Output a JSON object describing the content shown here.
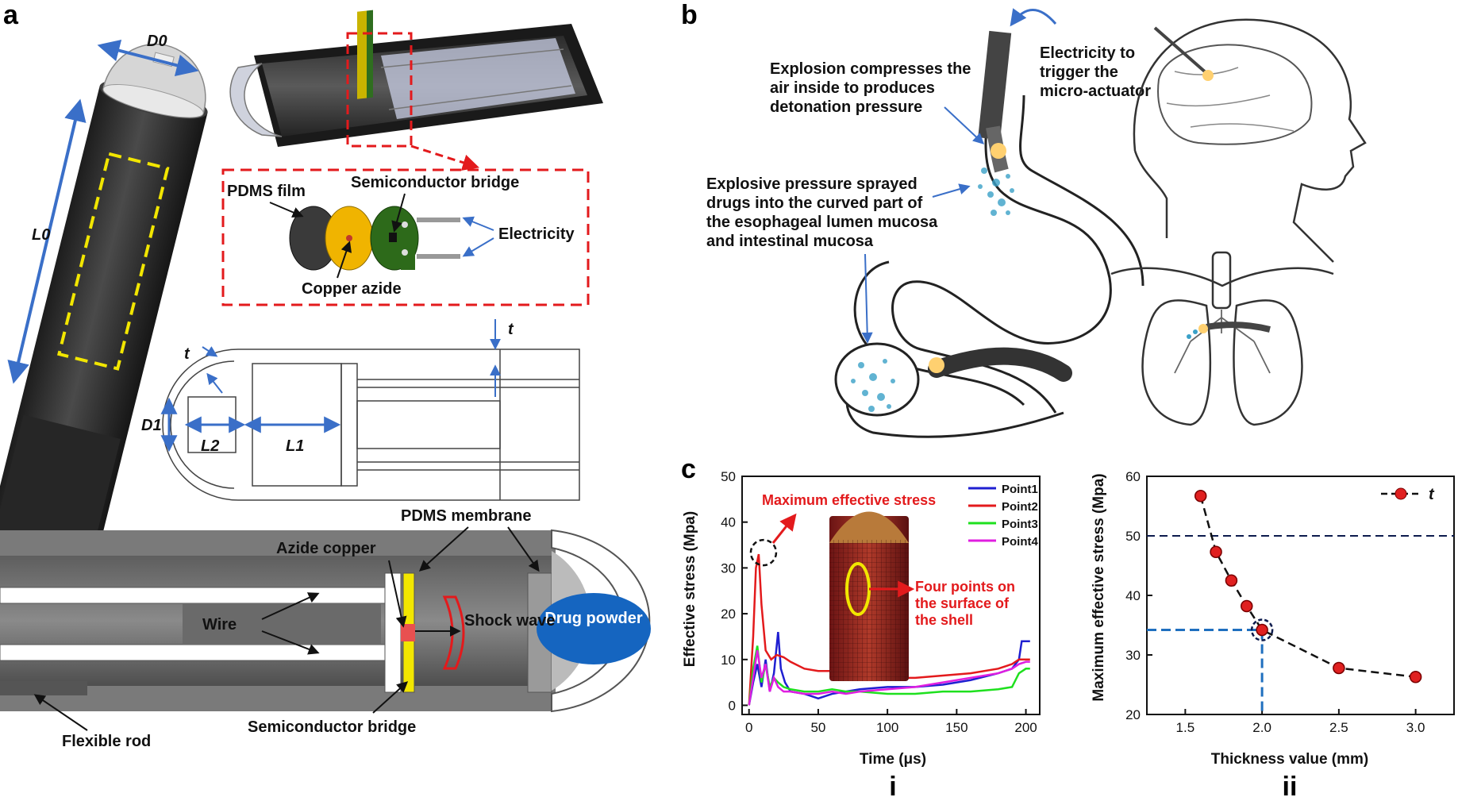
{
  "panels": {
    "a": "a",
    "b": "b",
    "c": "c",
    "ci": "i",
    "cii": "ii"
  },
  "panel_a": {
    "dim_D0": "D0",
    "dim_L0": "L0",
    "dim_t": "t",
    "dim_D1": "D1",
    "dim_L1": "L1",
    "dim_L2": "L2",
    "inset": {
      "pdms_film": "PDMS film",
      "semiconductor_bridge": "Semiconductor bridge",
      "electricity": "Electricity",
      "copper_azide": "Copper azide"
    },
    "section": {
      "pdms_membrane": "PDMS membrane",
      "azide_copper": "Azide copper",
      "wire": "Wire",
      "shock_wave": "Shock wave",
      "drug_powder": "Drug powder",
      "flexible_rod": "Flexible rod",
      "semiconductor_bridge": "Semiconductor bridge"
    }
  },
  "panel_b": {
    "explosion_text": [
      "Explosion compresses the",
      "air inside to produces",
      "detonation pressure"
    ],
    "electricity_text": [
      "Electricity to",
      "trigger the",
      "micro-actuator"
    ],
    "spray_text": [
      "Explosive pressure sprayed",
      "drugs into the curved part of",
      "the esophageal lumen mucosa",
      "and intestinal mucosa"
    ]
  },
  "panel_c": {
    "annotations": {
      "max_stress": "Maximum effective stress",
      "four_points": [
        "Four points on",
        "the surface of",
        "the shell"
      ]
    }
  },
  "colors": {
    "point1": "#1f1fd1",
    "point2": "#e31a1c",
    "point3": "#1ee01e",
    "point4": "#e01ee0",
    "annotation_red": "#e31a1c",
    "dash_blue": "#1f6fbf",
    "dash_navy": "#0d1b4d",
    "yellow_dash": "#f2e600",
    "drug_blue": "#1565c0"
  },
  "chart_data": [
    {
      "type": "line",
      "xlabel": "Time (μs)",
      "ylabel": "Effective stress (Mpa)",
      "xlim": [
        -5,
        210
      ],
      "ylim": [
        -2,
        50
      ],
      "xticks": [
        0,
        50,
        100,
        150,
        200
      ],
      "yticks": [
        0,
        10,
        20,
        30,
        40,
        50
      ],
      "legend_position": "top-right",
      "series": [
        {
          "name": "Point1",
          "color": "#1f1fd1",
          "x": [
            0,
            3,
            6,
            9,
            12,
            15,
            18,
            21,
            23,
            26,
            30,
            40,
            50,
            60,
            70,
            80,
            100,
            120,
            140,
            160,
            180,
            190,
            195,
            197,
            200,
            203
          ],
          "y": [
            0,
            5,
            9,
            4,
            10,
            3,
            7,
            16,
            8,
            5,
            3,
            2.5,
            1.5,
            2.5,
            3,
            3.5,
            4,
            4,
            4.5,
            5.5,
            7,
            8,
            10,
            14,
            14,
            14
          ]
        },
        {
          "name": "Point2",
          "color": "#e31a1c",
          "x": [
            0,
            3,
            5,
            7,
            9,
            12,
            16,
            20,
            25,
            30,
            40,
            50,
            60,
            70,
            80,
            100,
            120,
            140,
            160,
            180,
            190,
            195,
            200,
            203
          ],
          "y": [
            0,
            15,
            30,
            33,
            22,
            12,
            10,
            11,
            10.5,
            9.5,
            8,
            7.5,
            7.5,
            7,
            7,
            6,
            6,
            6.5,
            7,
            8,
            9,
            10,
            10,
            10
          ]
        },
        {
          "name": "Point3",
          "color": "#1ee01e",
          "x": [
            0,
            3,
            6,
            9,
            12,
            15,
            18,
            21,
            25,
            30,
            40,
            50,
            60,
            70,
            80,
            100,
            120,
            140,
            160,
            180,
            190,
            195,
            200,
            203
          ],
          "y": [
            0,
            8,
            13,
            5,
            9,
            4,
            6,
            5,
            4,
            3.5,
            3,
            3,
            3.5,
            3,
            3,
            2.5,
            2.5,
            3,
            3,
            3.5,
            4,
            7,
            8,
            8
          ]
        },
        {
          "name": "Point4",
          "color": "#e01ee0",
          "x": [
            0,
            3,
            6,
            9,
            12,
            15,
            18,
            21,
            25,
            30,
            40,
            50,
            60,
            70,
            80,
            100,
            120,
            140,
            160,
            180,
            190,
            195,
            200,
            203
          ],
          "y": [
            0,
            6,
            12,
            6,
            9,
            3,
            6,
            4,
            3,
            3,
            2.5,
            2.5,
            3,
            2.5,
            3,
            3.5,
            4,
            5,
            6,
            7,
            8,
            9,
            9.5,
            9.5
          ]
        }
      ]
    },
    {
      "type": "scatter",
      "xlabel": "Thickness value (mm)",
      "ylabel": "Maximum effective stress (Mpa)",
      "xlim": [
        1.25,
        3.25
      ],
      "ylim": [
        20,
        60
      ],
      "xticks": [
        1.5,
        2.0,
        2.5,
        3.0
      ],
      "yticks": [
        20,
        30,
        40,
        50,
        60
      ],
      "legend_position": "top-right",
      "reference_line_y": 50,
      "highlight": {
        "x": 2.0,
        "y": 34.2
      },
      "series": [
        {
          "name": "t",
          "x": [
            1.6,
            1.7,
            1.8,
            1.9,
            2.0,
            2.5,
            3.0
          ],
          "y": [
            56.7,
            47.3,
            42.5,
            38.2,
            34.2,
            27.8,
            26.3
          ]
        }
      ]
    }
  ]
}
